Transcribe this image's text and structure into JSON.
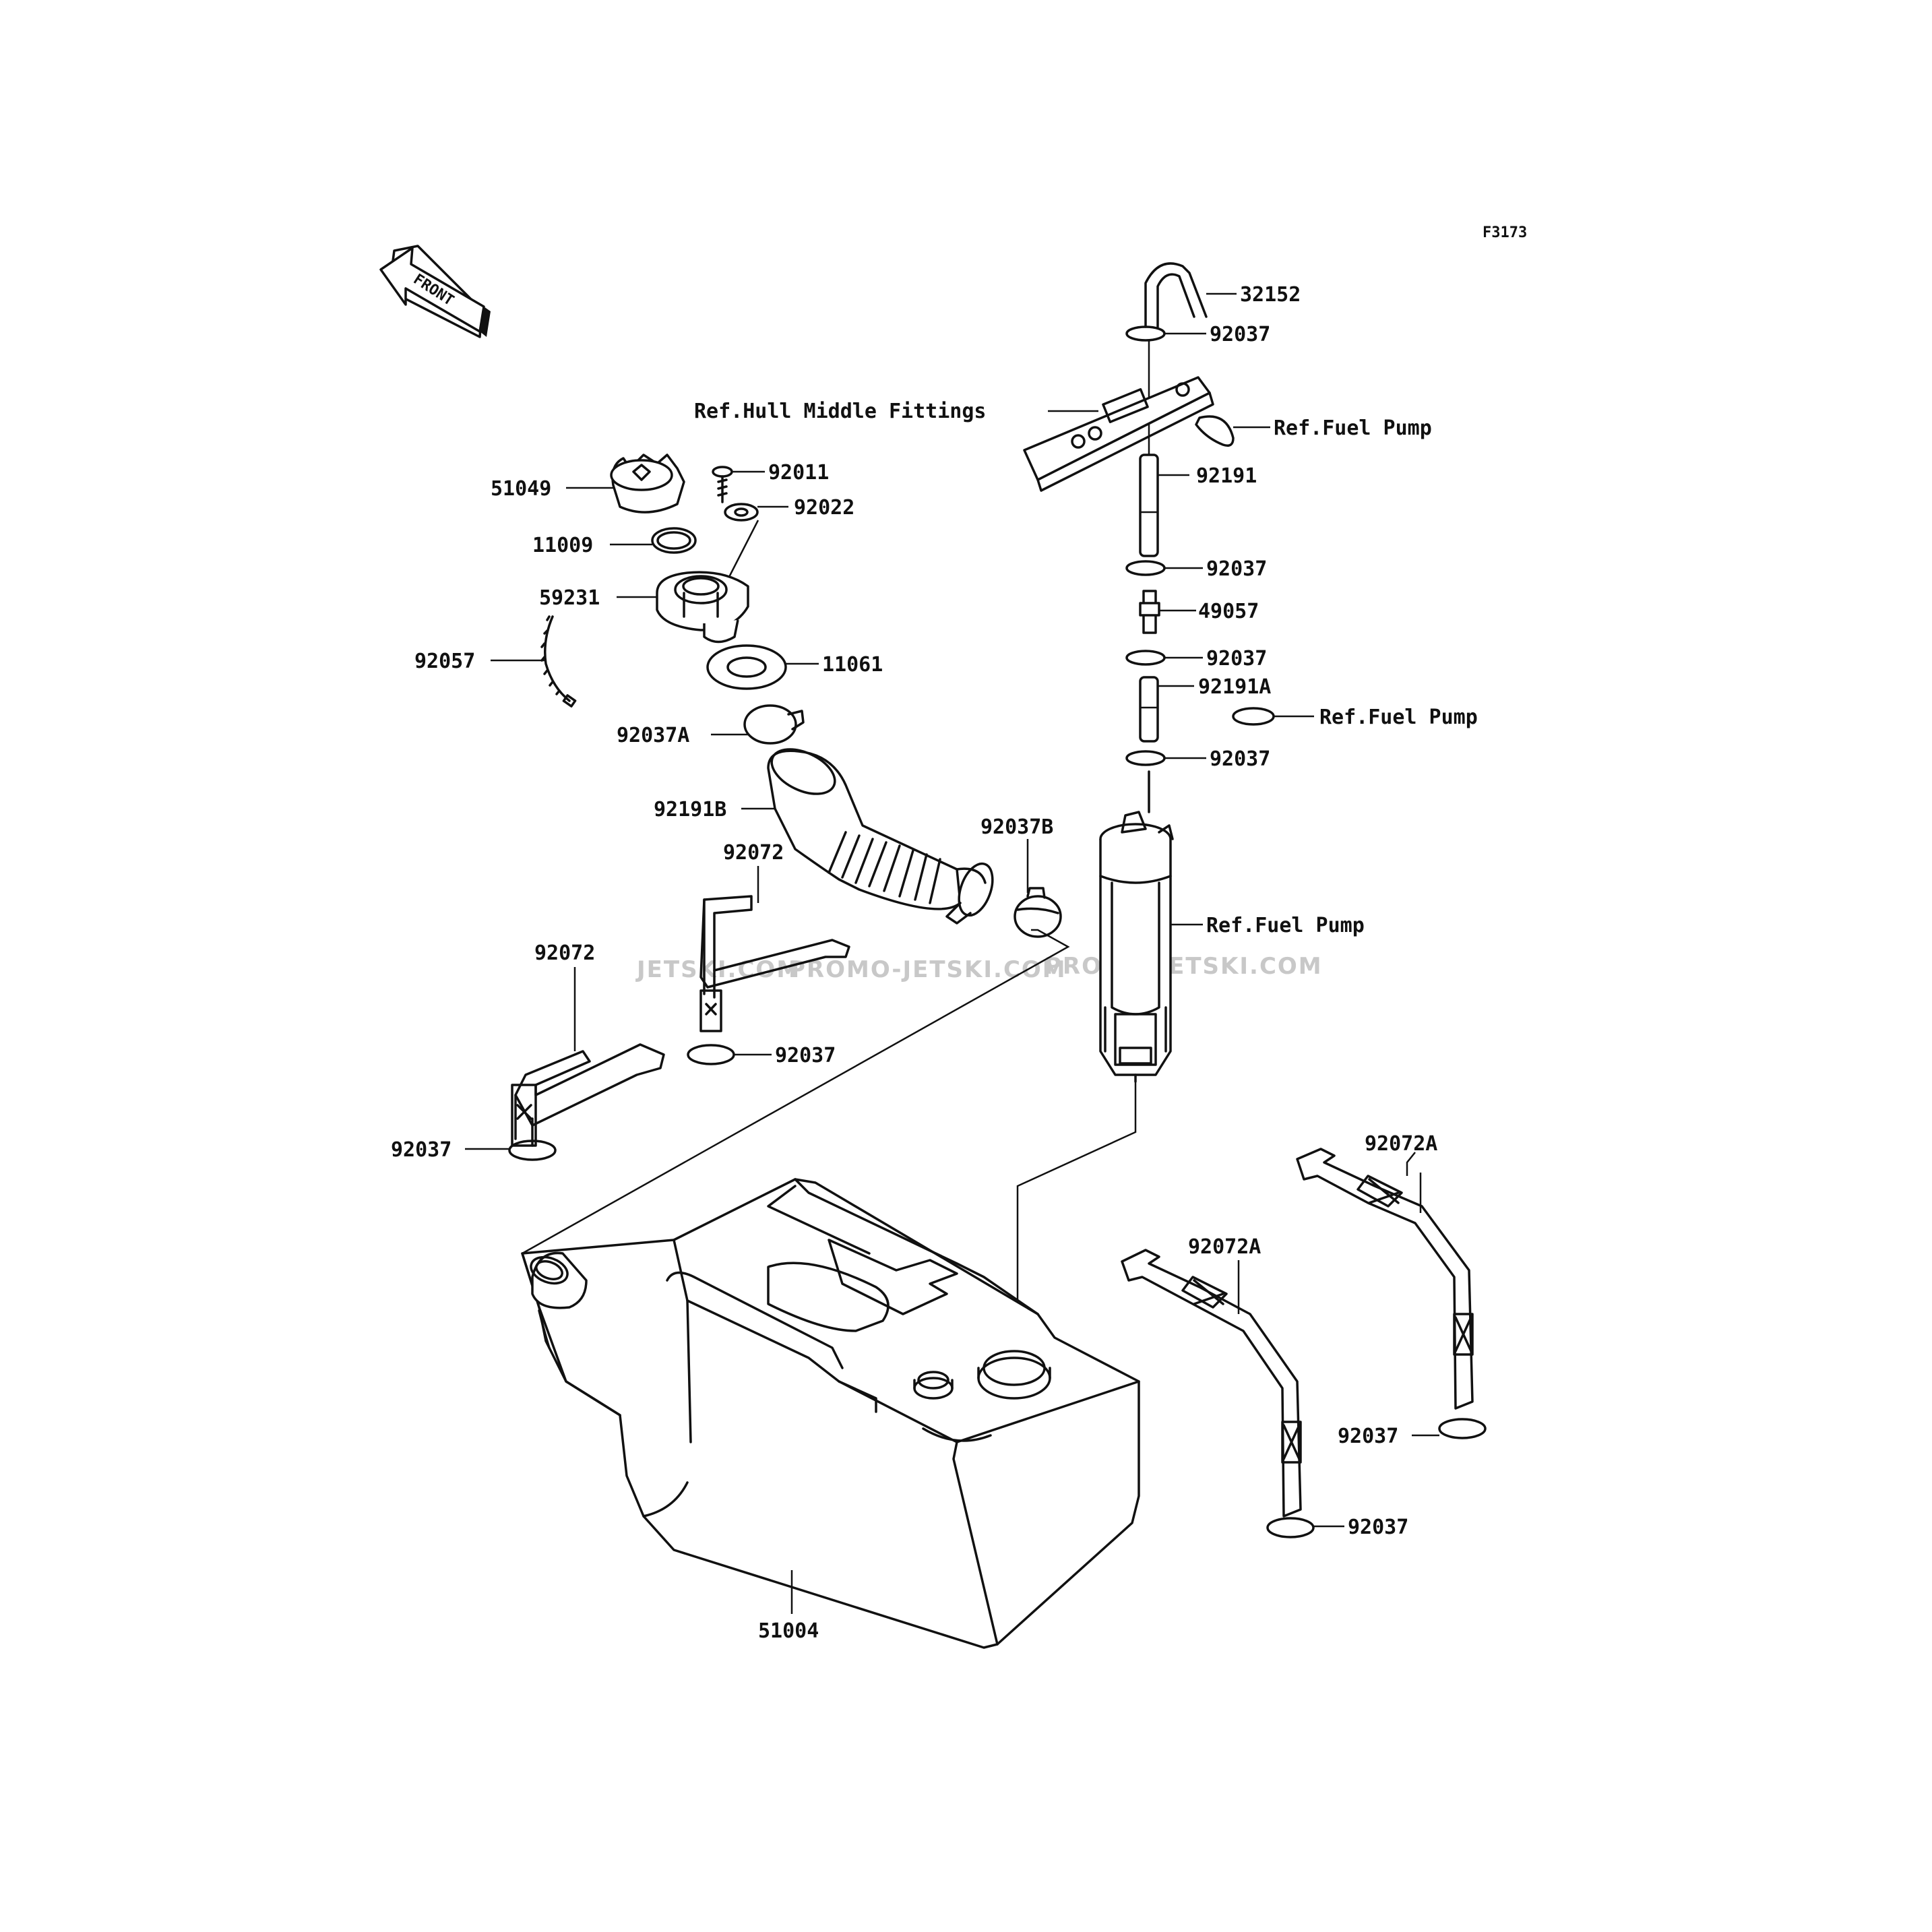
{
  "figure_code": "F3173",
  "front_marker": "FRONT",
  "watermark": {
    "parts": [
      "JETSKI.COM",
      "PROMO-JETSKI.COM",
      "PROMO-JETSKI.COM"
    ]
  },
  "labels": {
    "p32152": "32152",
    "p92037_top": "92037",
    "ref_hull": "Ref.Hull Middle Fittings",
    "ref_fuel_pump_1": "Ref.Fuel Pump",
    "p92191": "92191",
    "p92037_b": "92037",
    "p49057": "49057",
    "p92037_c": "92037",
    "p92191A": "92191A",
    "ref_fuel_pump_2": "Ref.Fuel Pump",
    "p92037_d": "92037",
    "ref_fuel_pump_3": "Ref.Fuel Pump",
    "p51049": "51049",
    "p92011": "92011",
    "p92022": "92022",
    "p11009": "11009",
    "p59231": "59231",
    "p92057": "92057",
    "p11061": "11061",
    "p92037A": "92037A",
    "p92191B": "92191B",
    "p92037B": "92037B",
    "p92072_a": "92072",
    "p92072_b": "92072",
    "p92037_e": "92037",
    "p92037_f": "92037",
    "p92072A_a": "92072A",
    "p92072A_b": "92072A",
    "p92037_g": "92037",
    "p92037_h": "92037",
    "p51004": "51004"
  }
}
